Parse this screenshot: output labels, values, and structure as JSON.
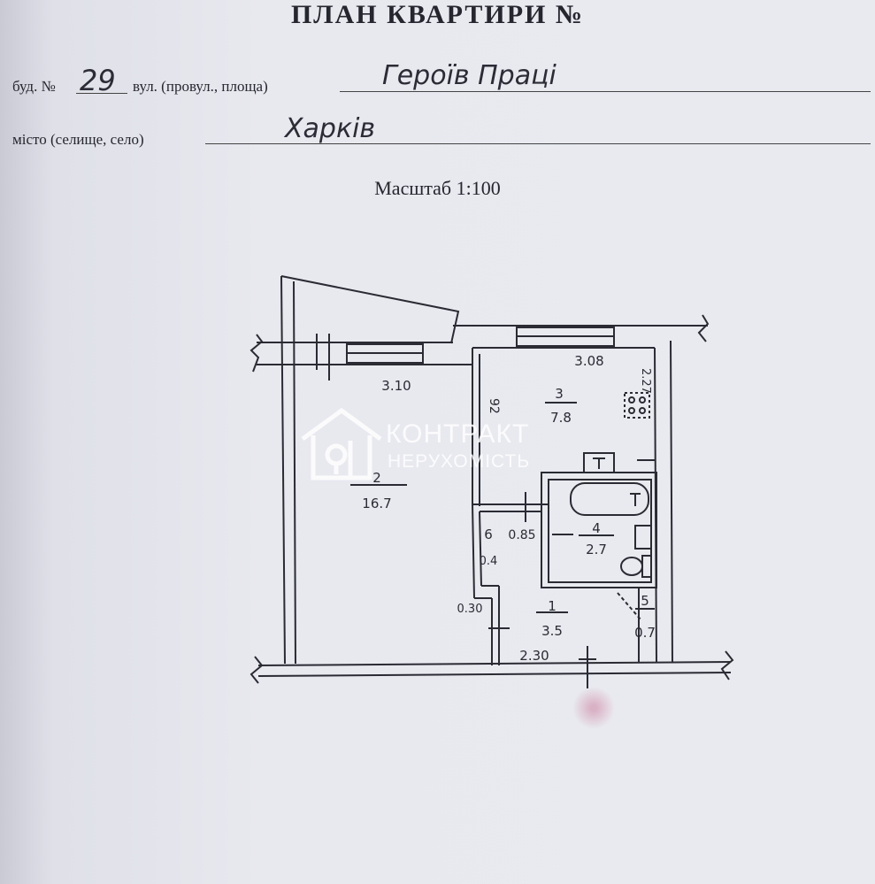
{
  "document": {
    "title": "ПЛАН КВАРТИРИ №",
    "building_label": "буд. №",
    "building_number": "29",
    "street_label": "вул. (провул., площа)",
    "street_value": "Героїв Праці",
    "city_label": "місто (селище, село)",
    "city_value": "Харків",
    "scale": "Масштаб 1:100"
  },
  "plan": {
    "rooms": [
      {
        "number": "1",
        "area": "3.5"
      },
      {
        "number": "2",
        "area": "16.7"
      },
      {
        "number": "3",
        "area": "7.8"
      },
      {
        "number": "4",
        "area": "2.7"
      },
      {
        "number": "5",
        "area": "0.7"
      },
      {
        "number": "6",
        "area": "0.4"
      }
    ],
    "dimensions": {
      "room2_width": "3.10",
      "room3_width": "3.08",
      "room3_depth": "2.27",
      "room3_side": "92",
      "hall_width": "2.30",
      "niche": "0.30",
      "closet": "0.85"
    }
  },
  "watermark": {
    "line1": "КОНТРАКТ",
    "line2": "НЕРУХОМІСТЬ"
  }
}
